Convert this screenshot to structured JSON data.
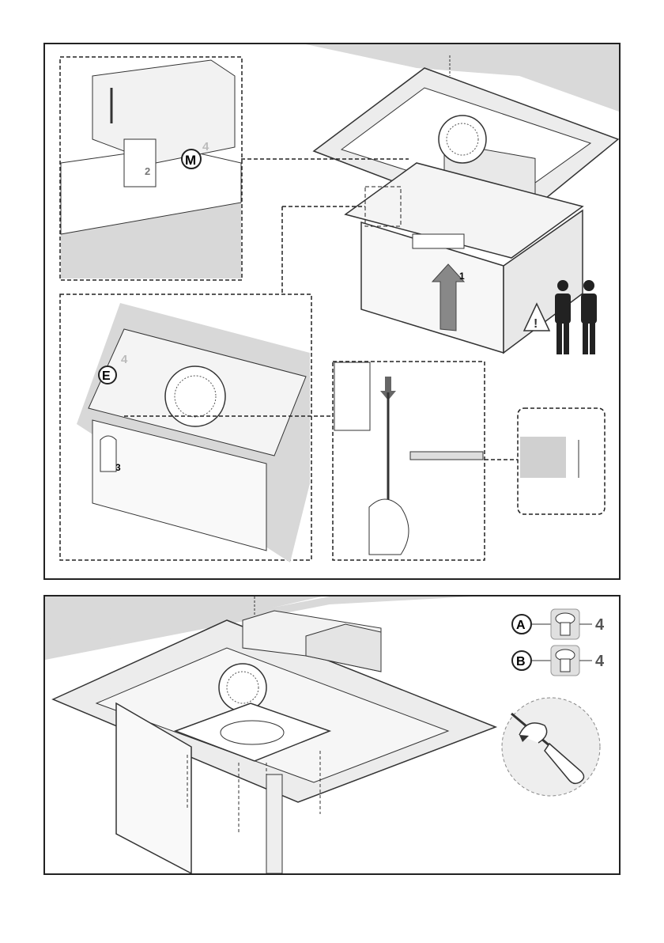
{
  "step1": {
    "label_4_detail": "4",
    "label_2": "2",
    "callout_M": "M",
    "arrow_label": "1",
    "label_4_mid": "4",
    "callout_E": "E",
    "label_3": "3"
  },
  "step2": {
    "screw_A": {
      "letter": "A",
      "qty": "4"
    },
    "screw_B": {
      "letter": "B",
      "qty": "4"
    }
  },
  "icons": [
    "warning-triangle-icon",
    "two-persons-icon",
    "screw-icon",
    "screwdriver-icon",
    "rotate-arrow-icon"
  ]
}
